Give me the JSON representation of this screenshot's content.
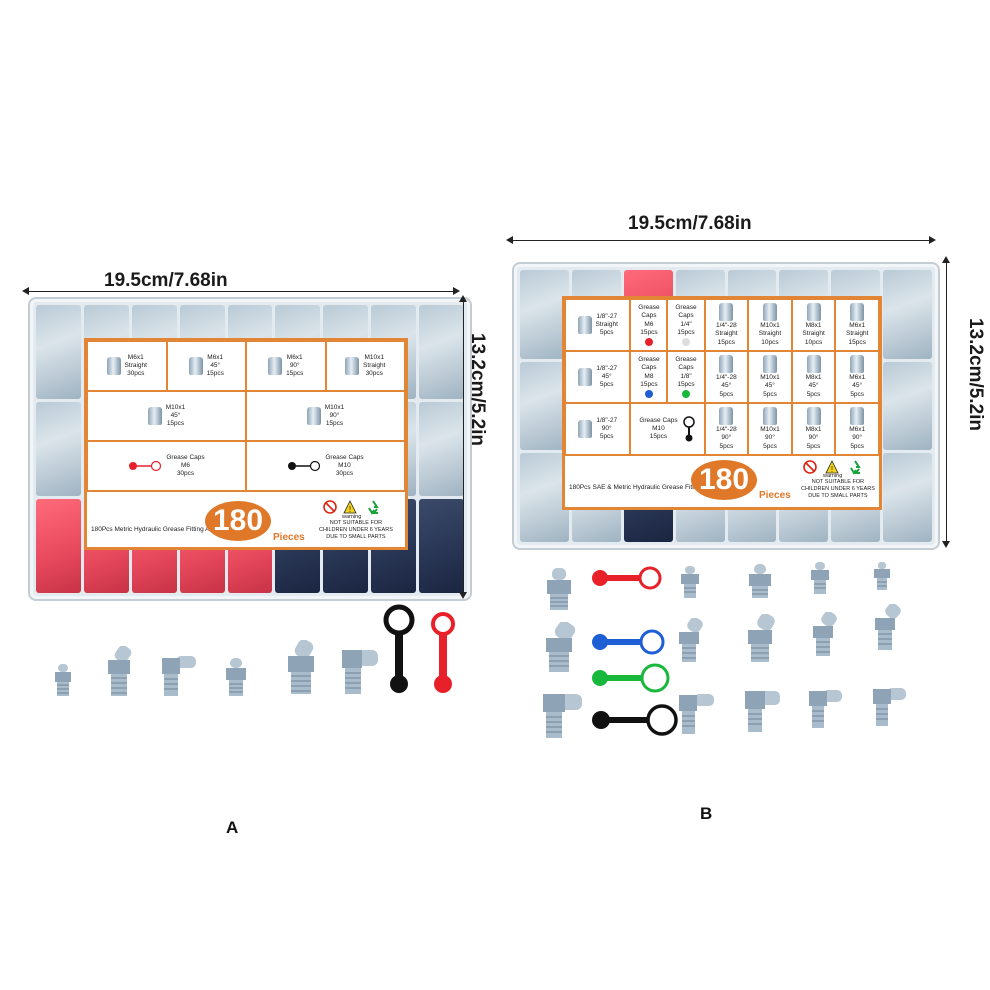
{
  "panel_a": {
    "width_label": "19.5cm/7.68in",
    "height_label": "13.2cm/5.2in",
    "letter": "A",
    "cells": [
      {
        "name": "M6x1 Straight 30pcs",
        "text": "M6x1\nStraight\n30pcs"
      },
      {
        "name": "M6x1 45 15pcs",
        "text": "M6x1\n45°\n15pcs"
      },
      {
        "name": "M6x1 90 15pcs",
        "text": "M6x1\n90°\n15pcs"
      },
      {
        "name": "M10x1 Straight 30pcs",
        "text": "M10x1\nStraight\n30pcs"
      },
      {
        "name": "M10x1 45 15pcs",
        "text": "M10x1\n45°\n15pcs"
      },
      {
        "name": "M10x1 90 15pcs",
        "text": "M10x1\n90°\n15pcs"
      },
      {
        "name": "Grease Caps M6 30pcs",
        "text": "Grease Caps\nM6\n30pcs"
      },
      {
        "name": "Grease Caps M10 30pcs",
        "text": "Grease Caps\nM10\n30pcs"
      }
    ],
    "footer_title": "180Pcs Metric Hydraulic Grease\nFitting Assortment Kit",
    "badge_number": "180",
    "badge_label": "Pieces",
    "warning_word": "warning",
    "warning_text": "NOT SUITABLE FOR\nCHILDREN UNDER 6 YEARS\nDUE TO SMALL PARTS"
  },
  "panel_b": {
    "width_label": "19.5cm/7.68in",
    "height_label": "13.2cm/5.2in",
    "letter": "B",
    "cells": [
      {
        "text": "1/8\"-27\nStraight\n5pcs"
      },
      {
        "text": "Grease Caps\nM6\n15pcs"
      },
      {
        "text": "Grease Caps\n1/4\"\n15pcs"
      },
      {
        "text": "1/4\"-28\nStraight\n15pcs"
      },
      {
        "text": "M10x1\nStraight\n10pcs"
      },
      {
        "text": "M8x1\nStraight\n10pcs"
      },
      {
        "text": "M6x1\nStraight\n15pcs"
      },
      {
        "text": "1/8\"-27\n45°\n5pcs"
      },
      {
        "text": "Grease Caps\nM8\n15pcs"
      },
      {
        "text": "Grease Caps\n1/8\"\n15pcs"
      },
      {
        "text": "1/4\"-28\n45°\n5pcs"
      },
      {
        "text": "M10x1\n45°\n5pcs"
      },
      {
        "text": "M8x1\n45°\n5pcs"
      },
      {
        "text": "M6x1\n45°\n5pcs"
      },
      {
        "text": "1/8\"-27\n90°\n5pcs"
      },
      {
        "text": "Grease Caps\nM10\n15pcs"
      },
      {
        "text": "1/4\"-28\n90°\n5pcs"
      },
      {
        "text": "M10x1\n90°\n5pcs"
      },
      {
        "text": "M8x1\n90°\n5pcs"
      },
      {
        "text": "M6x1\n90°\n5pcs"
      }
    ],
    "footer_title": "180Pcs SAE & Metric Hydraulic Grease\nFitting Assortment Kit",
    "badge_number": "180",
    "badge_label": "Pieces",
    "warning_word": "warning",
    "warning_text": "NOT SUITABLE FOR\nCHILDREN UNDER 6 YEARS\nDUE TO SMALL PARTS"
  },
  "colors": {
    "orange": "#e28635",
    "cap_red": "#e8202a",
    "cap_blue": "#1f5fd6",
    "cap_green": "#18b83c",
    "cap_black": "#111111",
    "metal": "#9fb3c2"
  }
}
